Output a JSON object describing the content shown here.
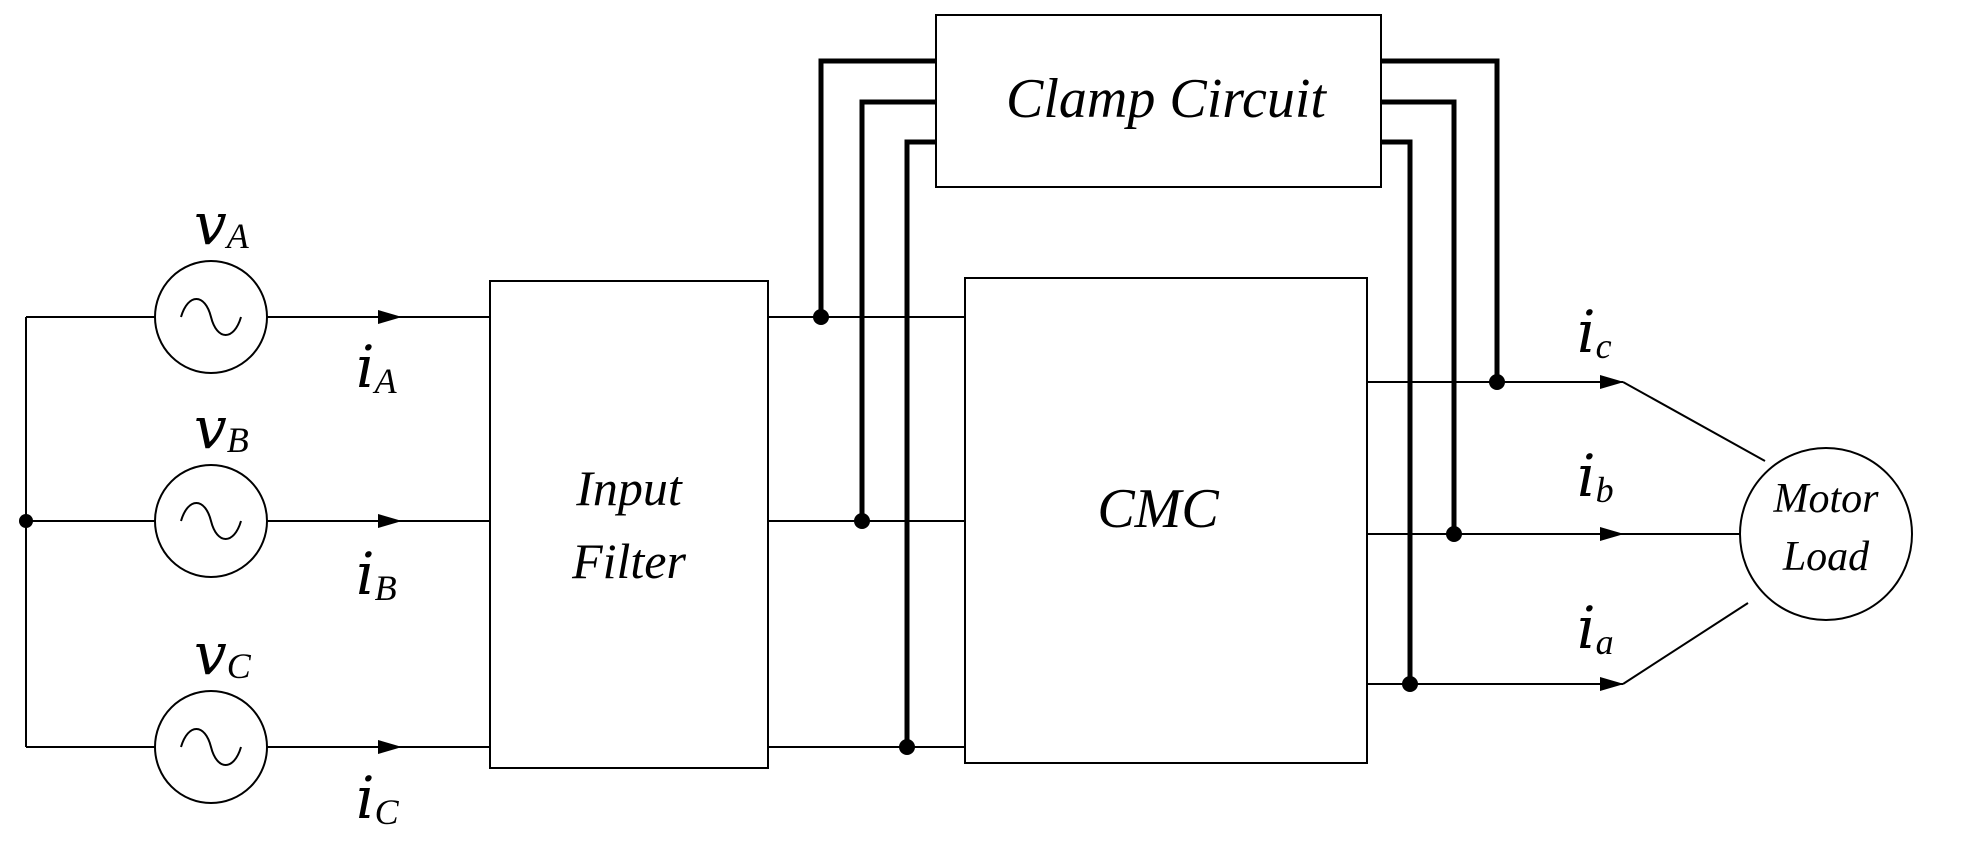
{
  "blocks": {
    "clamp": "Clamp Circuit",
    "filter_line1": "Input",
    "filter_line2": "Filter",
    "cmc": "CMC",
    "motor_line1": "Motor",
    "motor_line2": "Load"
  },
  "sources": [
    {
      "symbol": "v",
      "sub": "A"
    },
    {
      "symbol": "v",
      "sub": "B"
    },
    {
      "symbol": "v",
      "sub": "C"
    }
  ],
  "input_currents": [
    {
      "symbol": "i",
      "sub": "A"
    },
    {
      "symbol": "i",
      "sub": "B"
    },
    {
      "symbol": "i",
      "sub": "C"
    }
  ],
  "output_currents": [
    {
      "symbol": "i",
      "sub": "c"
    },
    {
      "symbol": "i",
      "sub": "b"
    },
    {
      "symbol": "i",
      "sub": "a"
    }
  ]
}
